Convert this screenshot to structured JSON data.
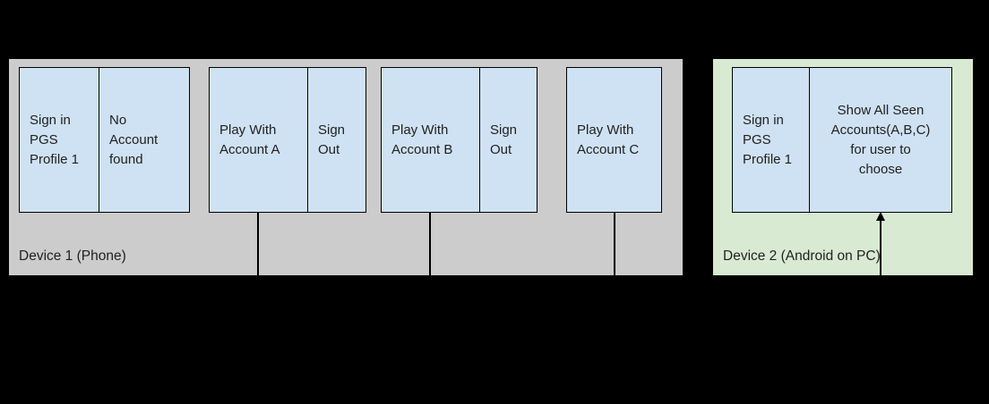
{
  "colors": {
    "background": "#000000",
    "device1_bg": "#cccccc",
    "device2_bg": "#d9ead3",
    "node_bg": "#cfe2f3",
    "node_border": "#000000",
    "text": "#212121"
  },
  "device1": {
    "label": "Device 1 (Phone)",
    "groups": [
      {
        "cells": [
          "Sign in\nPGS\nProfile 1",
          "No\nAccount\nfound"
        ]
      },
      {
        "cells": [
          "Play With\nAccount A",
          "Sign\nOut"
        ]
      },
      {
        "cells": [
          "Play With\nAccount B",
          "Sign\nOut"
        ]
      },
      {
        "cells": [
          "Play With\nAccount C"
        ]
      }
    ]
  },
  "device2": {
    "label": "Device 2 (Android on PC)",
    "groups": [
      {
        "cells": [
          "Sign in\nPGS\nProfile 1",
          "Show All Seen\nAccounts(A,B,C)\nfor user to\nchoose"
        ]
      }
    ]
  }
}
